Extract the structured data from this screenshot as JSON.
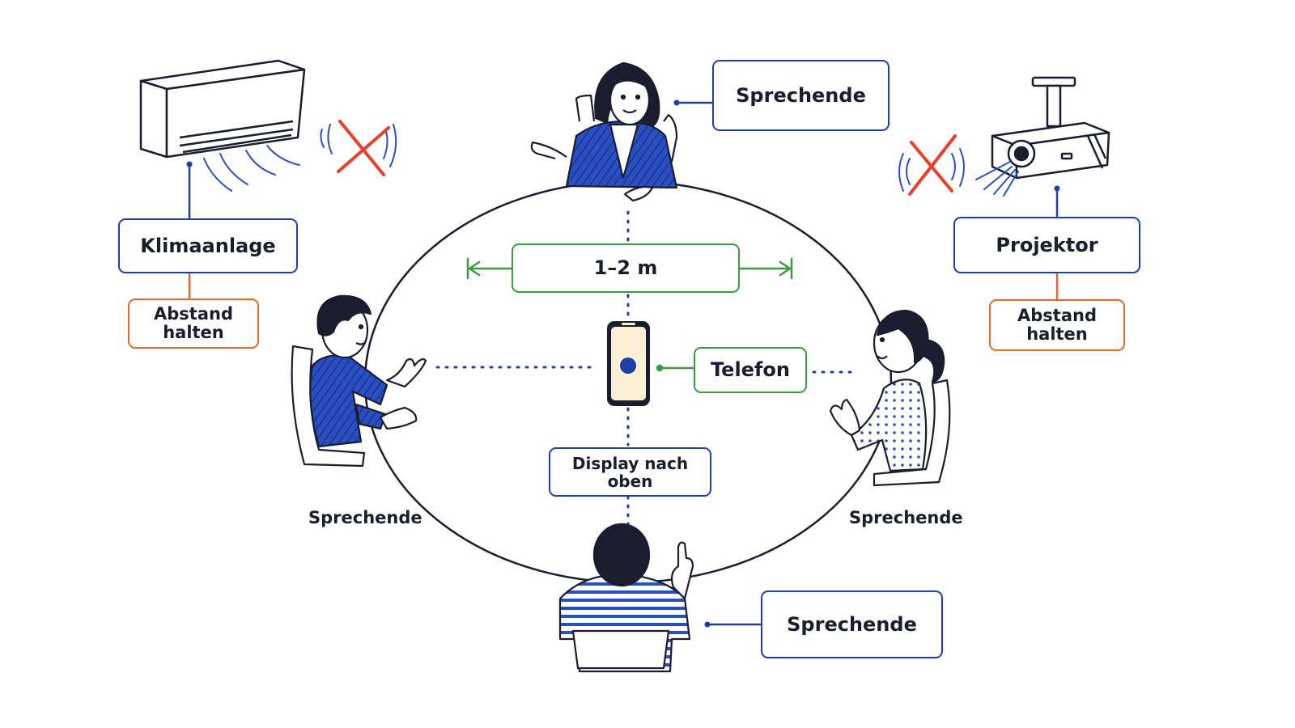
{
  "diagram": {
    "nodes": {
      "speaker_top": "Sprechende",
      "speaker_left": "Sprechende",
      "speaker_right": "Sprechende",
      "speaker_bottom": "Sprechende",
      "air_conditioner": "Klimaanlage",
      "projector": "Projektor",
      "distance_ac": "Abstand\nhalten",
      "distance_projector": "Abstand\nhalten",
      "phone": "Telefon",
      "display": "Display nach\noben",
      "range": "1–2 m"
    },
    "colors": {
      "blue": "#1f3fa8",
      "orange": "#e8682a",
      "green": "#3d9a3d",
      "red_cross": "#e8402a",
      "ink": "#1a1d2e",
      "phone_screen": "#fbf0d6"
    },
    "icons": [
      "air-conditioner-icon",
      "projector-icon",
      "smartphone-icon",
      "person-icon",
      "no-noise-icon"
    ]
  }
}
